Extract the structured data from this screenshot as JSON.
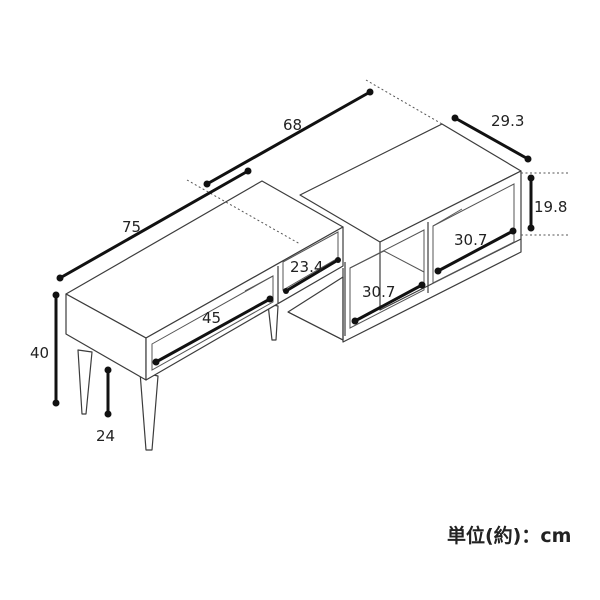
{
  "dimensions": {
    "length_back": "68",
    "depth": "29.3",
    "height_shelf": "19.8",
    "length_front": "75",
    "shelf_depth": "23.4",
    "compartment_right_upper": "30.7",
    "compartment_right_lower": "30.7",
    "compartment_left": "45",
    "total_height": "40",
    "leg_height": "24"
  },
  "unit_label": "単位(約)：cm"
}
